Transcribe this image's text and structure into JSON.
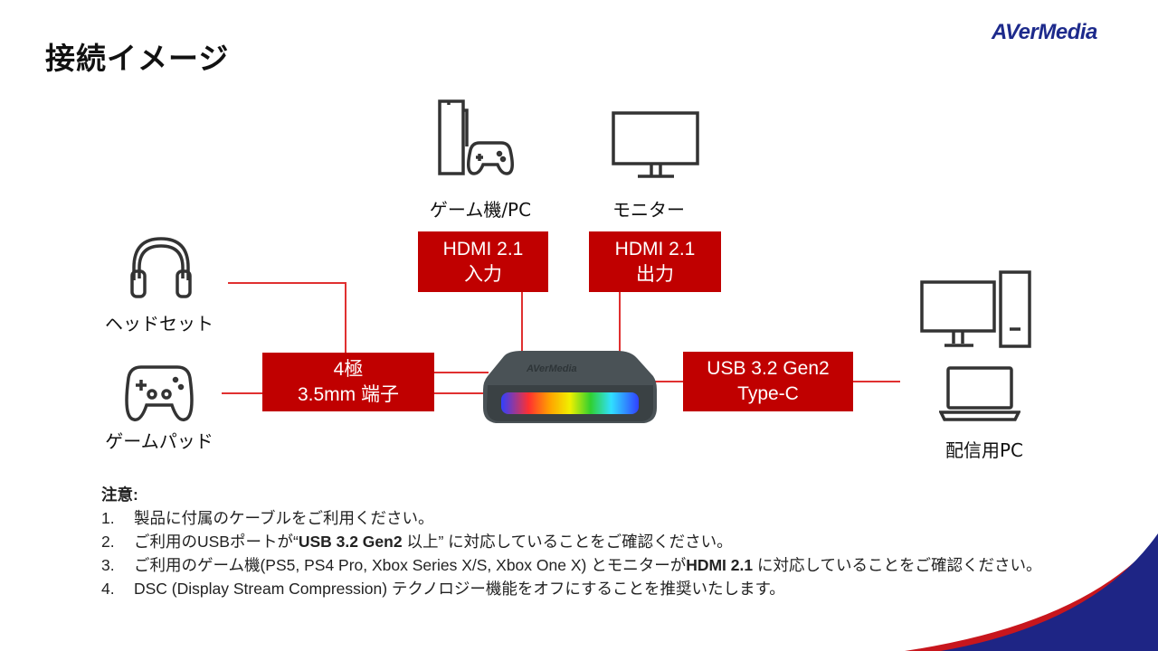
{
  "title": "接続イメージ",
  "logo": "AVerMedia",
  "devices": {
    "console": "ゲーム機/PC",
    "monitor": "モニター",
    "headset": "ヘッドセット",
    "gamepad": "ゲームパッド",
    "stream_pc": "配信用PC"
  },
  "ports": {
    "hdmi_in": {
      "l1": "HDMI 2.1",
      "l2": "入力"
    },
    "hdmi_out": {
      "l1": "HDMI 2.1",
      "l2": "出力"
    },
    "audio": {
      "l1": "4極",
      "l2": "3.5mm 端子"
    },
    "usb": {
      "l1": "USB 3.2 Gen2",
      "l2": "Type-C"
    }
  },
  "notes": {
    "heading": "注意:",
    "items": [
      {
        "n": "1.",
        "a": "製品に付属のケーブルをご利用ください。"
      },
      {
        "n": "2.",
        "a": "ご利用のUSBポートが“",
        "b": "USB 3.2 Gen2",
        "c": " 以上” に対応していることをご確認ください。"
      },
      {
        "n": "3.",
        "a": "ご利用のゲーム機(PS5, PS4 Pro, Xbox Series X/S, Xbox One X) とモニターが",
        "b": "HDMI 2.1",
        "c": " に対応していることをご確認ください。"
      },
      {
        "n": "4.",
        "a": "DSC (Display Stream Compression) テクノロジー機能をオフにすることを推奨いたします。"
      }
    ]
  },
  "colors": {
    "accent": "#c00000",
    "brand": "#1d2a8c"
  }
}
